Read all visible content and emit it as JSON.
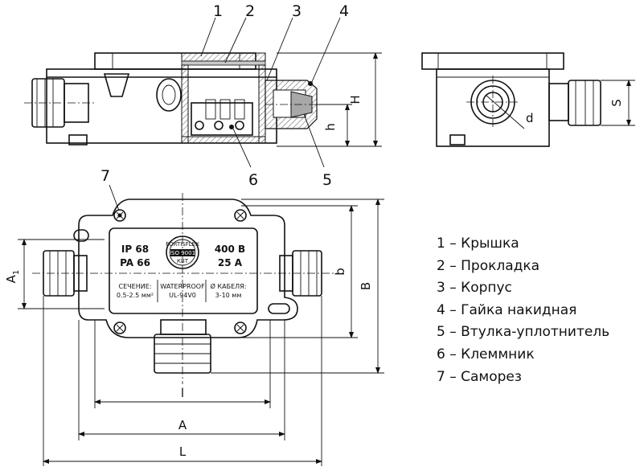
{
  "callouts": [
    "1",
    "2",
    "3",
    "4",
    "5",
    "6",
    "7"
  ],
  "dimensions": {
    "H": "H",
    "h": "h",
    "S": "S",
    "d": "d",
    "b": "b",
    "B": "B",
    "A1": "A",
    "A1_sub": "1",
    "l": "l",
    "A": "A",
    "L": "L"
  },
  "box_label": {
    "ip": "IP 68",
    "material": "PA 66",
    "voltage": "400 B",
    "current": "25 A",
    "section_title": "СЕЧЕНИЕ:",
    "section_value": "0.5-2.5 мм²",
    "waterproof_title": "WATERPROOF",
    "waterproof_value": "UL-94V0",
    "cable_title": "Ø КАБЕЛЯ:",
    "cable_value": "3-10 мм",
    "logo_top": "FORTISFLEX",
    "logo_mid": "ISO 9001",
    "logo_bottom": "КВТ"
  },
  "legend": [
    "1 – Крышка",
    "2 – Прокладка",
    "3 – Корпус",
    "4 – Гайка накидная",
    "5 – Втулка-уплотнитель",
    "6 – Клеммник",
    "7 – Саморез"
  ]
}
